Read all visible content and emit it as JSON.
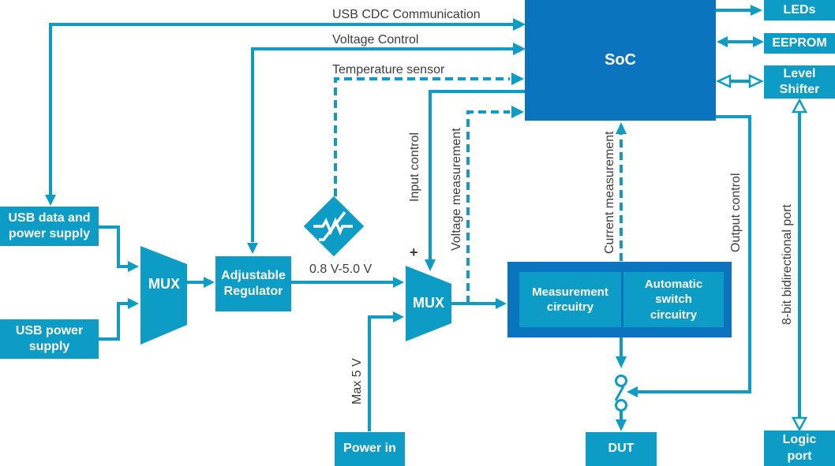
{
  "colors": {
    "accent_teal": "#0d9cc6",
    "dark_blue": "#0b74bf",
    "label_text": "#3d3d3d",
    "block_text": "#ffffff"
  },
  "blocks": {
    "soc": "SoC",
    "usb_data": "USB data and\npower supply",
    "usb_power": "USB power\nsupply",
    "adjustable_regulator": "Adjustable\nRegulator",
    "mux1": "MUX",
    "mux2": "MUX",
    "power_in": "Power in",
    "dut": "DUT",
    "leds": "LEDs",
    "eeprom": "EEPROM",
    "level_shifter": "Level\nShifter",
    "logic_port": "Logic\nport",
    "measurement_circuitry": "Measurement\ncircuitry",
    "automatic_switch": "Automatic\nswitch\ncircuitry"
  },
  "labels": {
    "usb_cdc": "USB CDC Communication",
    "voltage_control": "Voltage Control",
    "temperature_sensor": "Temperature sensor",
    "input_control": "Input control",
    "voltage_measurement": "Voltage measurement",
    "current_measurement": "Current measurement",
    "output_control": "Output control",
    "bidirectional_port": "8-bit bidirectional port",
    "regulator_range": "0.8 V-5.0 V",
    "max_5v": "Max 5 V",
    "plus": "+"
  },
  "icons": {
    "thermistor": "thermistor-icon",
    "switch": "spst-switch-icon"
  },
  "connections": [
    {
      "from": "USB data and power supply",
      "to": "SoC",
      "label": "USB CDC Communication",
      "line": "solid",
      "arrows": "both"
    },
    {
      "from": "Adjustable Regulator",
      "to": "SoC",
      "label": "Voltage Control",
      "line": "solid",
      "arrows": "both"
    },
    {
      "from": "Thermistor",
      "to": "SoC",
      "label": "Temperature sensor",
      "line": "dashed",
      "arrows": "to"
    },
    {
      "from": "SoC",
      "to": "MUX 2",
      "label": "Input control",
      "line": "solid",
      "arrows": "to"
    },
    {
      "from": "MUX 2 output",
      "to": "SoC",
      "label": "Voltage measurement",
      "line": "dashed",
      "arrows": "to"
    },
    {
      "from": "Measurement circuitry",
      "to": "SoC",
      "label": "Current measurement",
      "line": "dashed",
      "arrows": "to"
    },
    {
      "from": "SoC",
      "to": "Output switch",
      "label": "Output control",
      "line": "solid",
      "arrows": "to"
    },
    {
      "from": "SoC",
      "to": "LEDs",
      "label": "",
      "line": "solid",
      "arrows": "to"
    },
    {
      "from": "SoC",
      "to": "EEPROM",
      "label": "",
      "line": "solid",
      "arrows": "both"
    },
    {
      "from": "SoC",
      "to": "Level Shifter",
      "label": "",
      "line": "solid-hollow",
      "arrows": "both"
    },
    {
      "from": "Level Shifter",
      "to": "Logic port",
      "label": "8-bit bidirectional port",
      "line": "solid-hollow",
      "arrows": "both"
    },
    {
      "from": "USB data and power supply",
      "to": "MUX 1",
      "label": "",
      "line": "solid",
      "arrows": "to"
    },
    {
      "from": "USB power supply",
      "to": "MUX 1",
      "label": "",
      "line": "solid",
      "arrows": "to"
    },
    {
      "from": "MUX 1",
      "to": "Adjustable Regulator",
      "label": "",
      "line": "solid",
      "arrows": "to"
    },
    {
      "from": "Adjustable Regulator",
      "to": "MUX 2",
      "label": "0.8 V-5.0 V",
      "line": "solid",
      "arrows": "to"
    },
    {
      "from": "Power in",
      "to": "MUX 2",
      "label": "Max 5 V",
      "line": "solid",
      "arrows": "to"
    },
    {
      "from": "MUX 2",
      "to": "Measurement circuitry",
      "label": "",
      "line": "solid",
      "arrows": "to"
    },
    {
      "from": "Measurement circuitry",
      "to": "DUT",
      "label": "",
      "line": "solid",
      "arrows": "to",
      "via": "switch"
    }
  ]
}
